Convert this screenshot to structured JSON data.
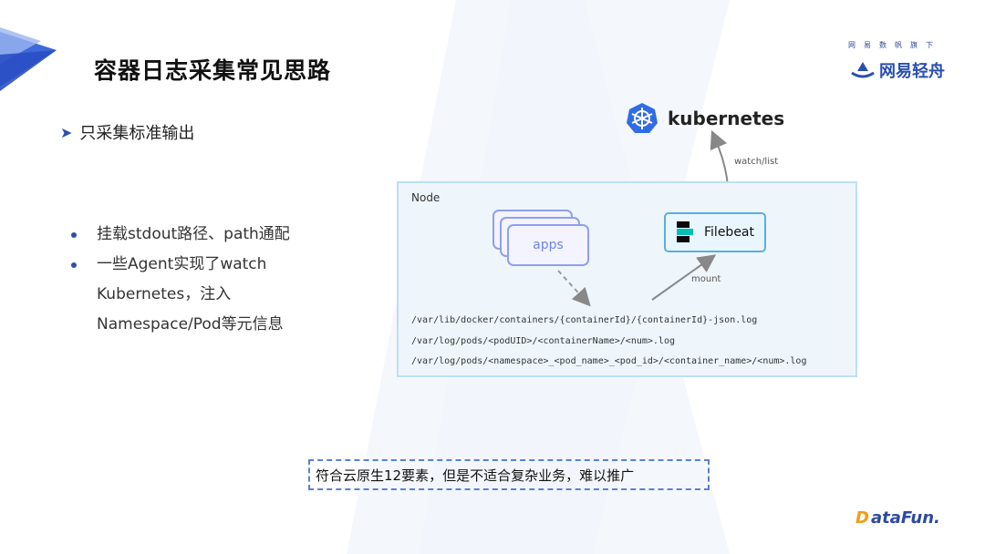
{
  "slide": {
    "title": "容器日志采集常见思路",
    "brand": {
      "top_text": "网易数帆旗下",
      "name": "网易轻舟"
    },
    "main_bullet": "只采集标准输出",
    "points": [
      "挂载stdout路径、path通配",
      "一些Agent实现了watch Kubernetes，注入Namespace/Pod等元信息"
    ],
    "callout": "符合云原生12要素，但是不适合复杂业务，难以推广",
    "footer_logo": {
      "prefix": "D",
      "rest": "ataFun."
    }
  },
  "diagram": {
    "k8s_label": "kubernetes",
    "watch_label": "watch/list",
    "node_label": "Node",
    "apps_label": "apps",
    "filebeat_label": "Filebeat",
    "mount_label": "mount",
    "paths": [
      "/var/lib/docker/containers/{containerId}/{containerId}-json.log",
      "/var/log/pods/<podUID>/<containerName>/<num>.log",
      "/var/log/pods/<namespace>_<pod_name>_<pod_id>/<container_name>/<num>.log"
    ]
  },
  "colors": {
    "accent": "#2c4fa8",
    "node_bg": "#eef6fc",
    "apps_border": "#8f9ff0",
    "filebeat_border": "#5aaee0",
    "callout_border": "#5a80d6"
  }
}
